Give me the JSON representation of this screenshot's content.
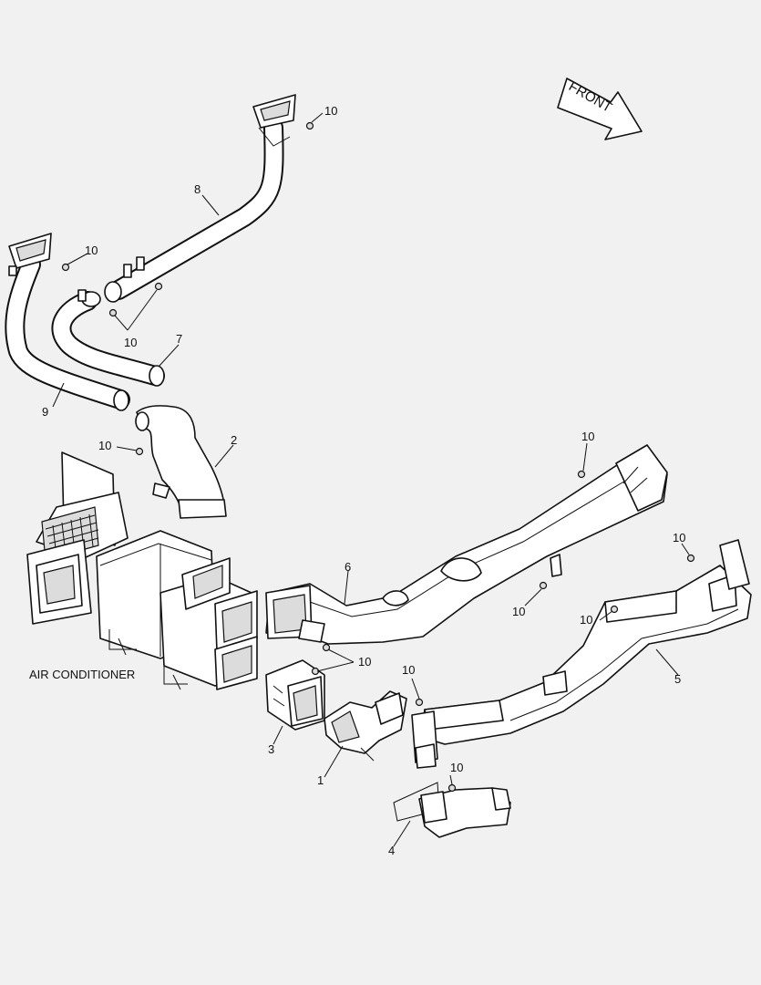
{
  "orientation": {
    "label": "FRONT"
  },
  "unit_label": "AIR CONDITIONER",
  "callouts": {
    "duct_1": "1",
    "duct_2": "2",
    "duct_3": "3",
    "duct_4": "4",
    "duct_5": "5",
    "duct_6": "6",
    "hose_7": "7",
    "hose_8": "8",
    "hose_9": "9",
    "screw_a": "10",
    "screw_b": "10",
    "screw_c": "10",
    "screw_d": "10",
    "screw_e": "10",
    "screw_f": "10",
    "screw_g": "10",
    "screw_h": "10",
    "screw_i": "10",
    "screw_j": "10",
    "screw_k": "10"
  },
  "colors": {
    "background": "#f1f1f1",
    "line": "#111111",
    "part_fill": "#ffffff"
  }
}
